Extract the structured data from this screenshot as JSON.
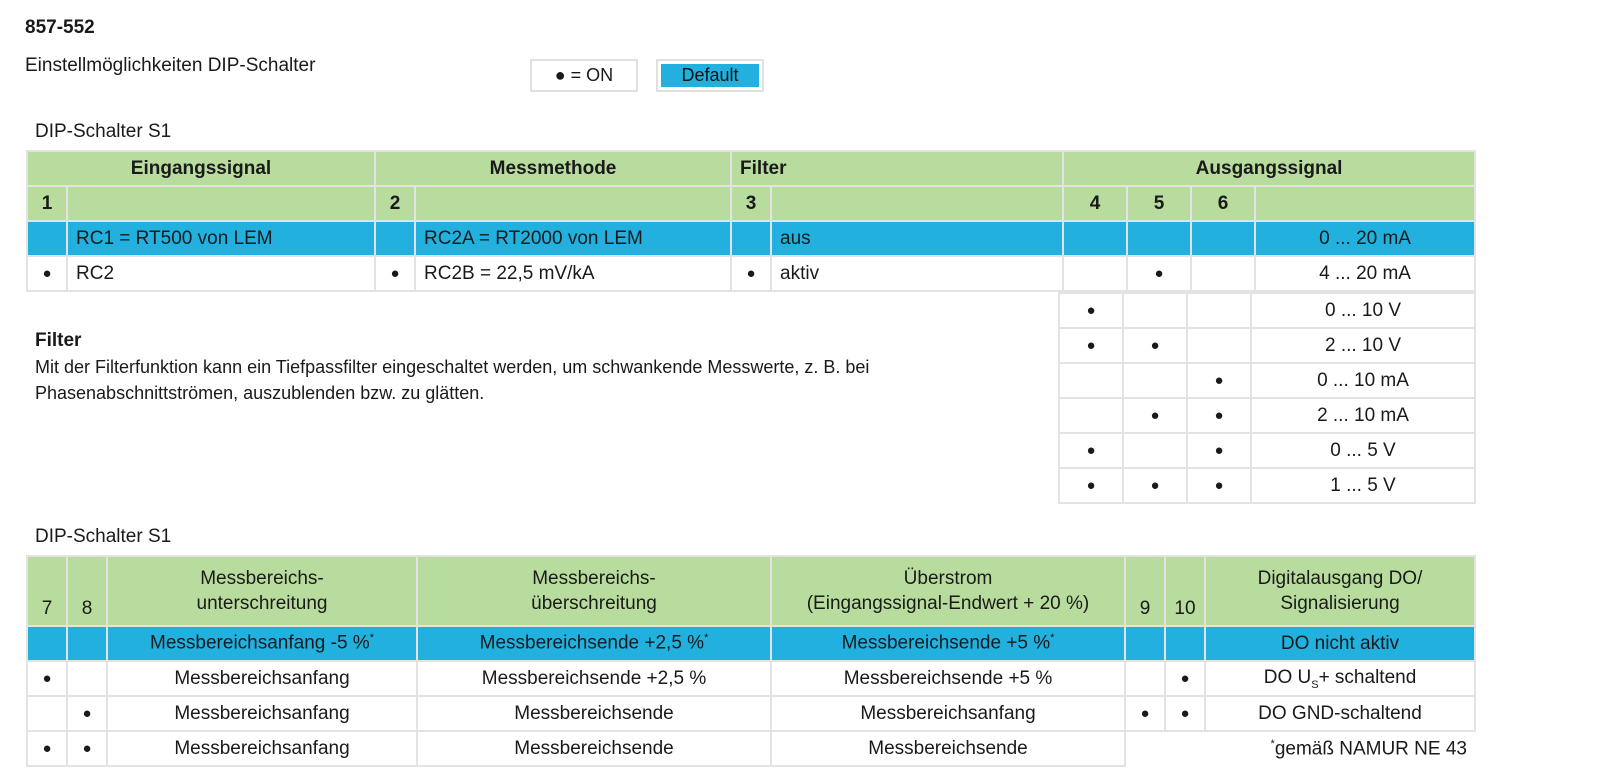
{
  "header": {
    "model": "857-552",
    "subtitle": "Einstellmöglichkeiten DIP-Schalter",
    "legend_on": "● = ON",
    "legend_default": "Default"
  },
  "colors": {
    "header_green": "#b8dc9e",
    "default_blue": "#22b0df",
    "border": "#e3e3e3"
  },
  "dot": "●",
  "s1": {
    "title": "DIP-Schalter S1",
    "headers": {
      "eingang": "Eingangssignal",
      "messmethode": "Messmethode",
      "filter": "Filter",
      "ausgang": "Ausgangssignal"
    },
    "switch_nums": {
      "n1": "1",
      "n2": "2",
      "n3": "3",
      "n4": "4",
      "n5": "5",
      "n6": "6"
    },
    "row_default": {
      "eingang": "RC1 = RT500 von LEM",
      "messmethode": "RC2A = RT2000 von LEM",
      "filter": "aus",
      "ausgang": "0 ... 20 mA"
    },
    "row_on": {
      "eingang": "RC2",
      "messmethode": "RC2B = 22,5 mV/kA",
      "filter": "aktiv",
      "ausgang": "4 ... 20 mA"
    },
    "output_rows": [
      {
        "s4": "●",
        "s5": "",
        "s6": "",
        "value": "0 ... 10 V"
      },
      {
        "s4": "●",
        "s5": "●",
        "s6": "",
        "value": "2 ... 10 V"
      },
      {
        "s4": "",
        "s5": "",
        "s6": "●",
        "value": "0 ... 10 mA"
      },
      {
        "s4": "",
        "s5": "●",
        "s6": "●",
        "value": "2 ... 10 mA"
      },
      {
        "s4": "●",
        "s5": "",
        "s6": "●",
        "value": "0 ... 5 V"
      },
      {
        "s4": "●",
        "s5": "●",
        "s6": "●",
        "value": "1 ... 5 V"
      }
    ]
  },
  "filter_info": {
    "title": "Filter",
    "text": "Mit der Filterfunktion kann ein Tiefpassfilter eingeschaltet werden, um schwankende Messwerte, z. B. bei Phasenabschnittströmen, auszublenden bzw. zu glätten."
  },
  "s2": {
    "title": "DIP-Schalter S1",
    "headers": {
      "n7": "7",
      "n8": "8",
      "unter_1": "Messbereichs-",
      "unter_2": "unterschreitung",
      "ueber_1": "Messbereichs-",
      "ueber_2": "überschreitung",
      "strom_1": "Überstrom",
      "strom_2": "(Eingangssignal-Endwert + 20 %)",
      "n9": "9",
      "n10": "10",
      "do_1": "Digitalausgang DO/",
      "do_2": "Signalisierung"
    },
    "row_default": {
      "unter": "Messbereichsanfang  -5 %",
      "ueber": "Messbereichsende +2,5 %",
      "strom": "Messbereichsende +5 %",
      "asterisk": "*",
      "do": "DO nicht aktiv"
    },
    "rows": [
      {
        "s7": "●",
        "s8": "",
        "unter": "Messbereichsanfang",
        "ueber": "Messbereichsende +2,5 %",
        "strom": "Messbereichsende +5 %",
        "s9": "",
        "s10": "●",
        "do_pre": "DO U",
        "do_sub": "S",
        "do_post": "+ schaltend"
      },
      {
        "s7": "",
        "s8": "●",
        "unter": "Messbereichsanfang",
        "ueber": "Messbereichsende",
        "strom": "Messbereichsanfang",
        "s9": "●",
        "s10": "●",
        "do": "DO GND-schaltend"
      },
      {
        "s7": "●",
        "s8": "●",
        "unter": "Messbereichsanfang",
        "ueber": "Messbereichsende",
        "strom": "Messbereichsende"
      }
    ],
    "footnote_mark": "*",
    "footnote": "gemäß NAMUR NE 43"
  }
}
